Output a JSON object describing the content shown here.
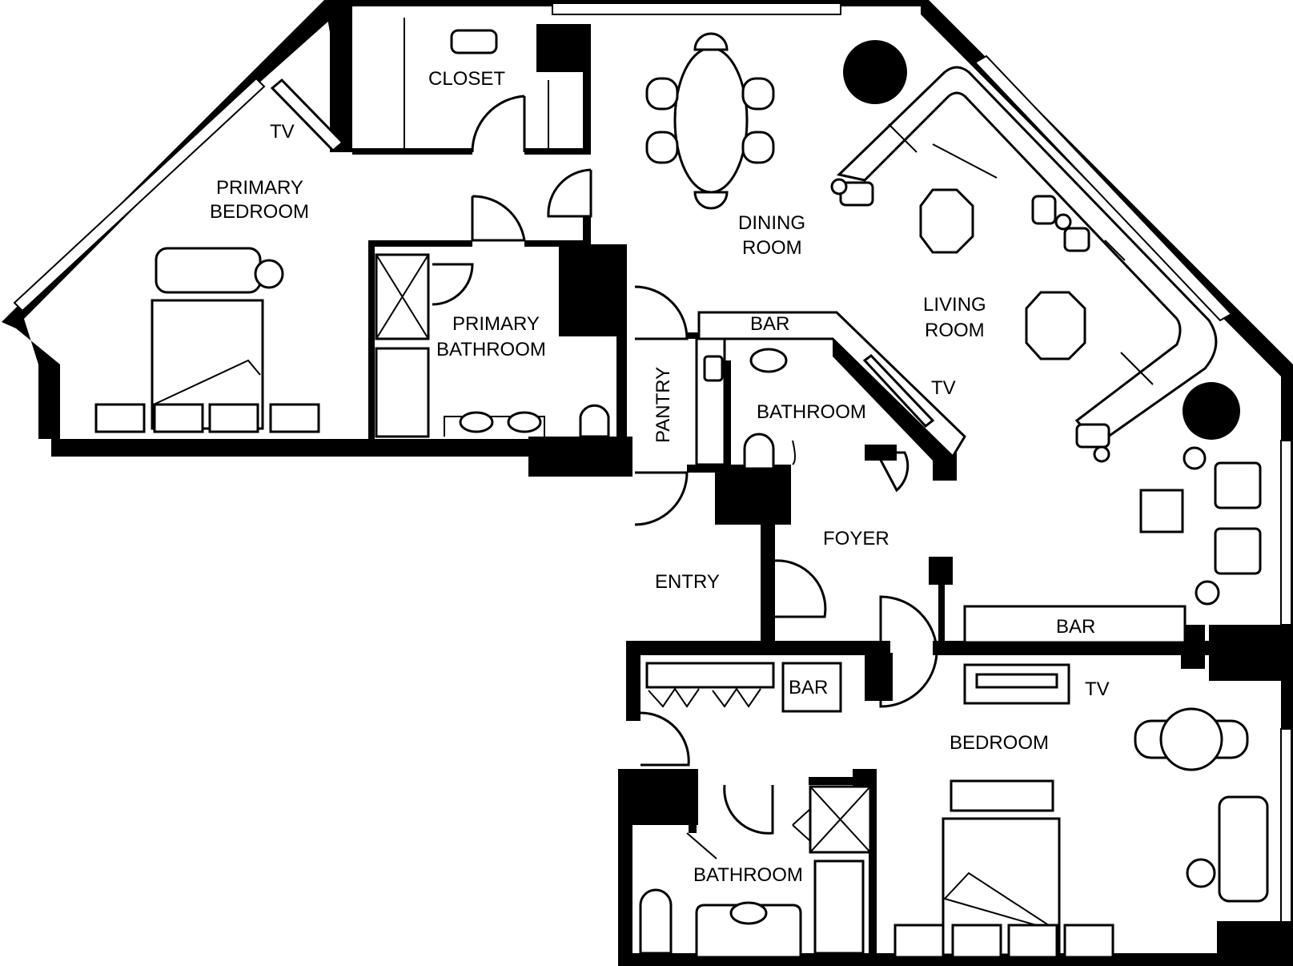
{
  "labels": {
    "closet": "CLOSET",
    "tv_primary": "TV",
    "primary_bedroom_1": "PRIMARY",
    "primary_bedroom_2": "BEDROOM",
    "primary_bath_1": "PRIMARY",
    "primary_bath_2": "BATHROOM",
    "dining_1": "DINING",
    "dining_2": "ROOM",
    "living_1": "LIVING",
    "living_2": "ROOM",
    "bar_top": "BAR",
    "tv_living": "TV",
    "bathroom_center": "BATHROOM",
    "pantry": "PANTRY",
    "foyer": "FOYER",
    "entry": "ENTRY",
    "bar_foyer": "BAR",
    "bar_small": "BAR",
    "tv_bedroom": "TV",
    "bedroom": "BEDROOM",
    "bathroom_lower": "BATHROOM"
  }
}
